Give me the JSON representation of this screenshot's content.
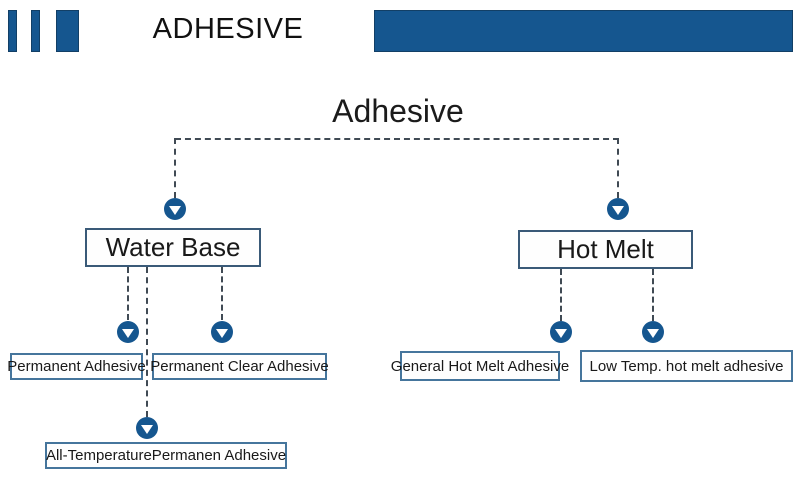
{
  "header": {
    "title": "ADHESIVE"
  },
  "diagram": {
    "root_label": "Adhesive",
    "nodes": {
      "water_base": "Water Base",
      "hot_melt": "Hot Melt",
      "permanent_adhesive": "Permanent Adhesive",
      "permanent_clear_adhesive": "Permanent Clear Adhesive",
      "all_temperature_permanent_adhesive": "All-TemperaturePermanen Adhesive",
      "general_hot_melt_adhesive": "General Hot Melt Adhesive",
      "low_temp_hot_melt_adhesive": "Low Temp. hot melt adhesive"
    },
    "tree": {
      "root": "Adhesive",
      "children": [
        {
          "label": "Water Base",
          "children": [
            "Permanent Adhesive",
            "Permanent Clear Adhesive",
            "All-TemperaturePermanen Adhesive"
          ]
        },
        {
          "label": "Hot Melt",
          "children": [
            "General Hot Melt Adhesive",
            "Low Temp. hot melt adhesive"
          ]
        }
      ]
    },
    "icons": {
      "arrow": "arrow-down-circle-icon"
    }
  },
  "colors": {
    "brand_blue": "#15568f",
    "brand_blue_dark": "#123f66",
    "connector": "#404a54",
    "node_border_dark": "#3a5a78",
    "node_border_light": "#45759c"
  }
}
